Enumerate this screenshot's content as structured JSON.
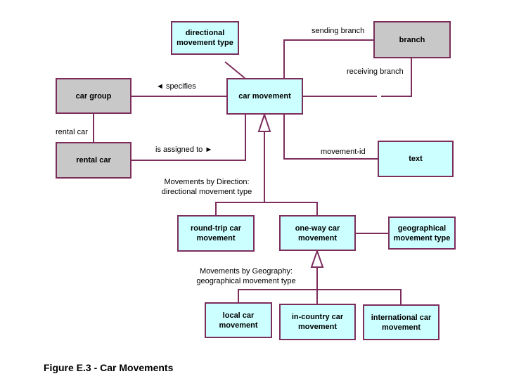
{
  "boxes": {
    "directional_movement_type": "directional movement type",
    "branch": "branch",
    "car_group": "car group",
    "car_movement": "car movement",
    "rental_car": "rental car",
    "text": "text",
    "round_trip_car_movement": "round-trip car movement",
    "one_way_car_movement": "one-way car movement",
    "geographical_movement_type": "geographical movement type",
    "local_car_movement": "local car movement",
    "in_country_car_movement": "in-country car movement",
    "international_car_movement": "international car movement"
  },
  "labels": {
    "sending_branch": "sending branch",
    "receiving_branch": "receiving branch",
    "specifies": "◄  specifies",
    "rental_car_role": "rental car",
    "is_assigned_to": "is assigned to  ►",
    "movement_id": "movement-id",
    "by_direction_1": "Movements by Direction:",
    "by_direction_2": "directional movement type",
    "by_geography_1": "Movements by Geography:",
    "by_geography_2": "geographical movement type"
  },
  "caption": "Figure E.3 - Car Movements",
  "colors": {
    "line": "#7d2d5c",
    "entity_fill": "#ccffff",
    "gray_fill": "#c8c8c8"
  }
}
